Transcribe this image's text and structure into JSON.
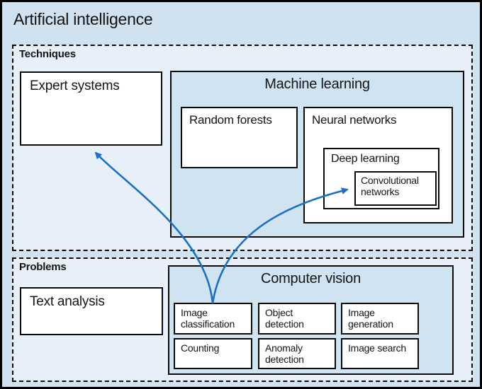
{
  "title": "Artificial intelligence",
  "techniques": {
    "label": "Techniques",
    "expert_systems": "Expert systems",
    "machine_learning": {
      "title": "Machine learning",
      "random_forests": "Random forests",
      "neural_networks": "Neural networks",
      "deep_learning": "Deep learning",
      "convolutional_networks": "Convolutional networks"
    }
  },
  "problems": {
    "label": "Problems",
    "text_analysis": "Text analysis",
    "computer_vision": {
      "title": "Computer vision",
      "items": [
        "Image classification",
        "Object detection",
        "Image generation",
        "Counting",
        "Anomaly detection",
        "Image search"
      ]
    }
  },
  "arrows": [
    {
      "from": "Image classification",
      "to": "Expert systems"
    },
    {
      "from": "Image classification",
      "to": "Convolutional networks"
    }
  ],
  "colors": {
    "outer_background": "#d0e2f0",
    "zone_background": "#e7f0f8",
    "group_box_background": "#cfe3f1",
    "box_background": "#ffffff",
    "border": "#000000",
    "arrow": "#1a70c7",
    "text": "#151515"
  }
}
